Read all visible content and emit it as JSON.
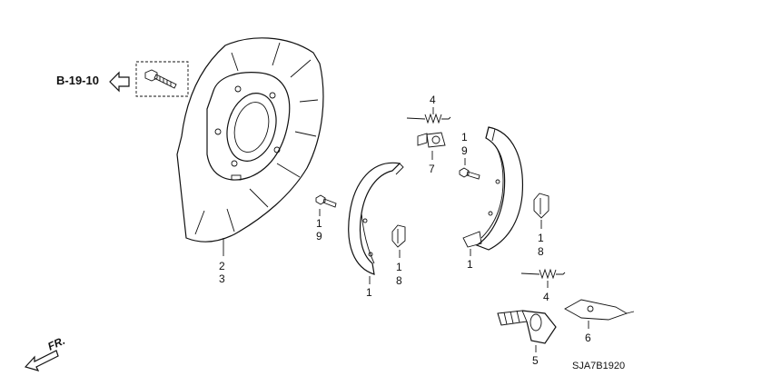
{
  "reference": {
    "text": "B-19-10"
  },
  "diagram_code": "SJA7B1920",
  "front_indicator": "FR.",
  "callouts": [
    {
      "id": "c-2-3",
      "lines": [
        "2",
        "3"
      ]
    },
    {
      "id": "c-1-9-left",
      "lines": [
        "1",
        "9"
      ]
    },
    {
      "id": "c-1-shoe-left",
      "lines": [
        "1"
      ]
    },
    {
      "id": "c-1-8-left",
      "lines": [
        "1",
        "8"
      ]
    },
    {
      "id": "c-4-top",
      "lines": [
        "4"
      ]
    },
    {
      "id": "c-7",
      "lines": [
        "7"
      ]
    },
    {
      "id": "c-1-9-right",
      "lines": [
        "1",
        "9"
      ]
    },
    {
      "id": "c-1-shoe-right",
      "lines": [
        "1"
      ]
    },
    {
      "id": "c-1-8-right",
      "lines": [
        "1",
        "8"
      ]
    },
    {
      "id": "c-4-bottom",
      "lines": [
        "4"
      ]
    },
    {
      "id": "c-6",
      "lines": [
        "6"
      ]
    },
    {
      "id": "c-5",
      "lines": [
        "5"
      ]
    }
  ]
}
